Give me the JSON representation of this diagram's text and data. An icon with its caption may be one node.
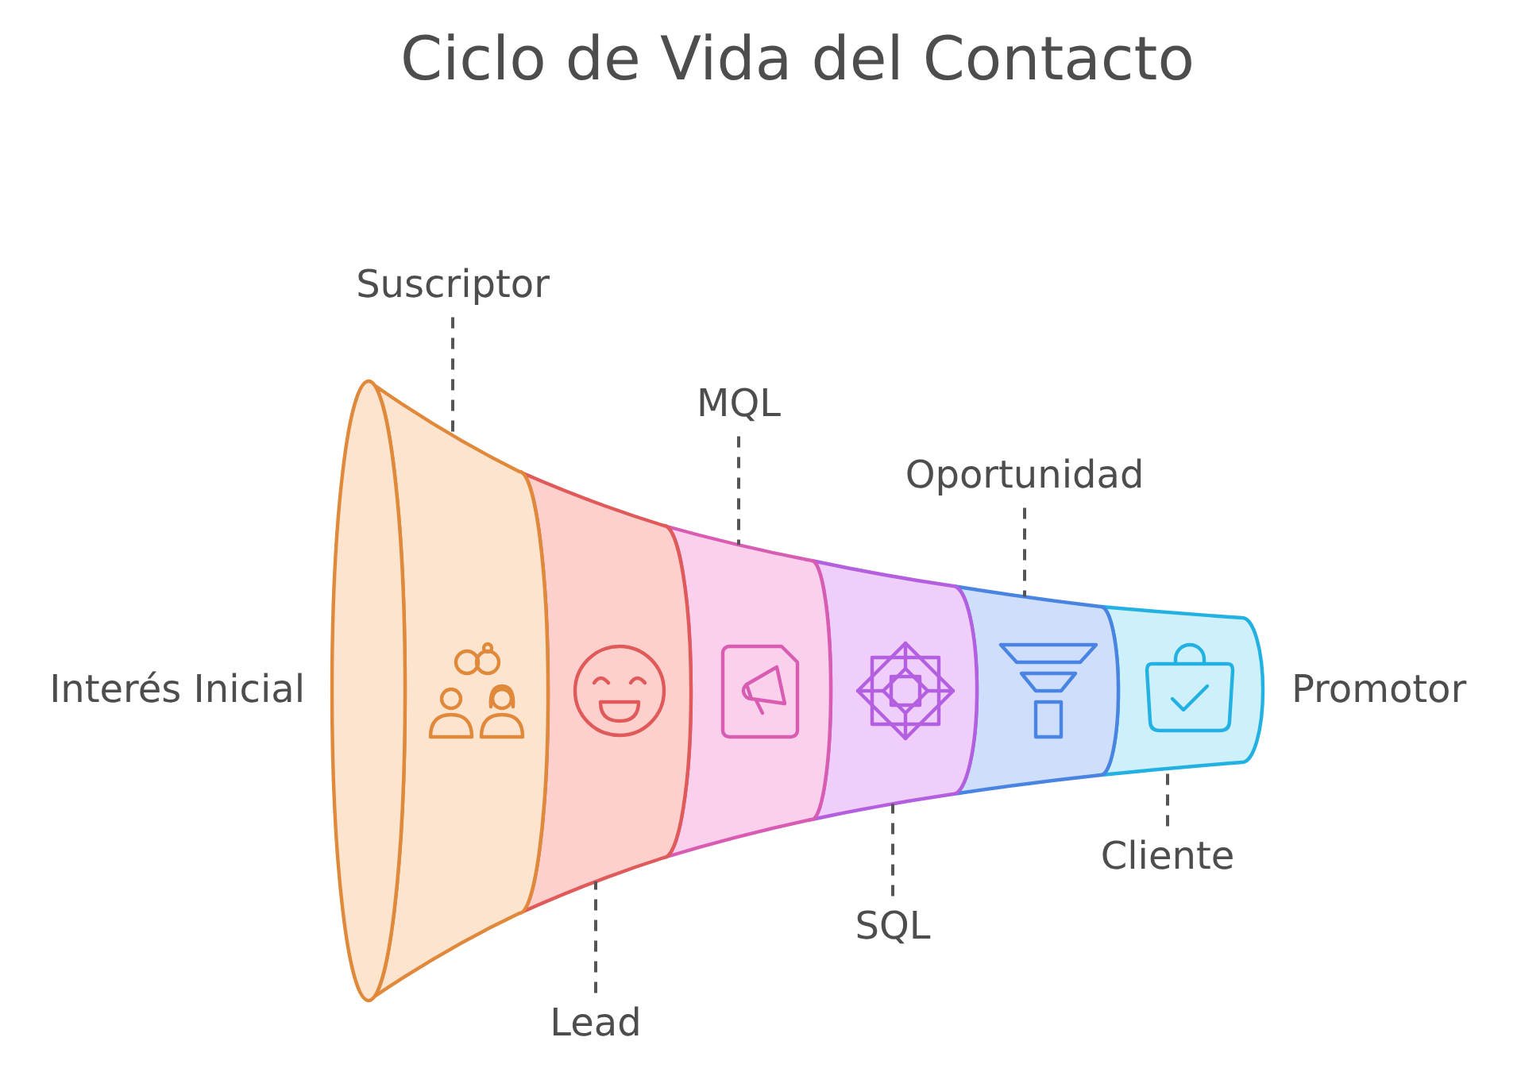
{
  "diagram": {
    "title": "Ciclo de Vida del Contacto",
    "nodes": [
      {
        "text": [],
        "shape": "band",
        "beside": [
          "Interés Inicial"
        ]
      },
      {
        "text": [],
        "shape": "band"
      },
      {
        "text": [],
        "shape": "band"
      },
      {
        "text": [],
        "shape": "band"
      },
      {
        "text": [],
        "shape": "band"
      },
      {
        "text": [],
        "shape": "band",
        "beside": [
          "Promotor"
        ]
      },
      {
        "text": [
          "Suscriptor"
        ]
      },
      {
        "text": [
          "Lead"
        ]
      },
      {
        "text": [
          "MQL"
        ]
      },
      {
        "text": [
          "SQL"
        ]
      },
      {
        "text": [
          "Oportunidad"
        ]
      },
      {
        "text": [
          "Cliente"
        ]
      }
    ],
    "edges": [
      {
        "from": 6,
        "to": 0,
        "arrow": "none",
        "style": "dashed"
      },
      {
        "from": 7,
        "to": 1,
        "arrow": "none",
        "style": "dashed"
      },
      {
        "from": 8,
        "to": 2,
        "arrow": "none",
        "style": "dashed"
      },
      {
        "from": 9,
        "to": 3,
        "arrow": "none",
        "style": "dashed"
      },
      {
        "from": 10,
        "to": 4,
        "arrow": "none",
        "style": "dashed"
      },
      {
        "from": 11,
        "to": 5,
        "arrow": "none",
        "style": "dashed"
      }
    ]
  }
}
